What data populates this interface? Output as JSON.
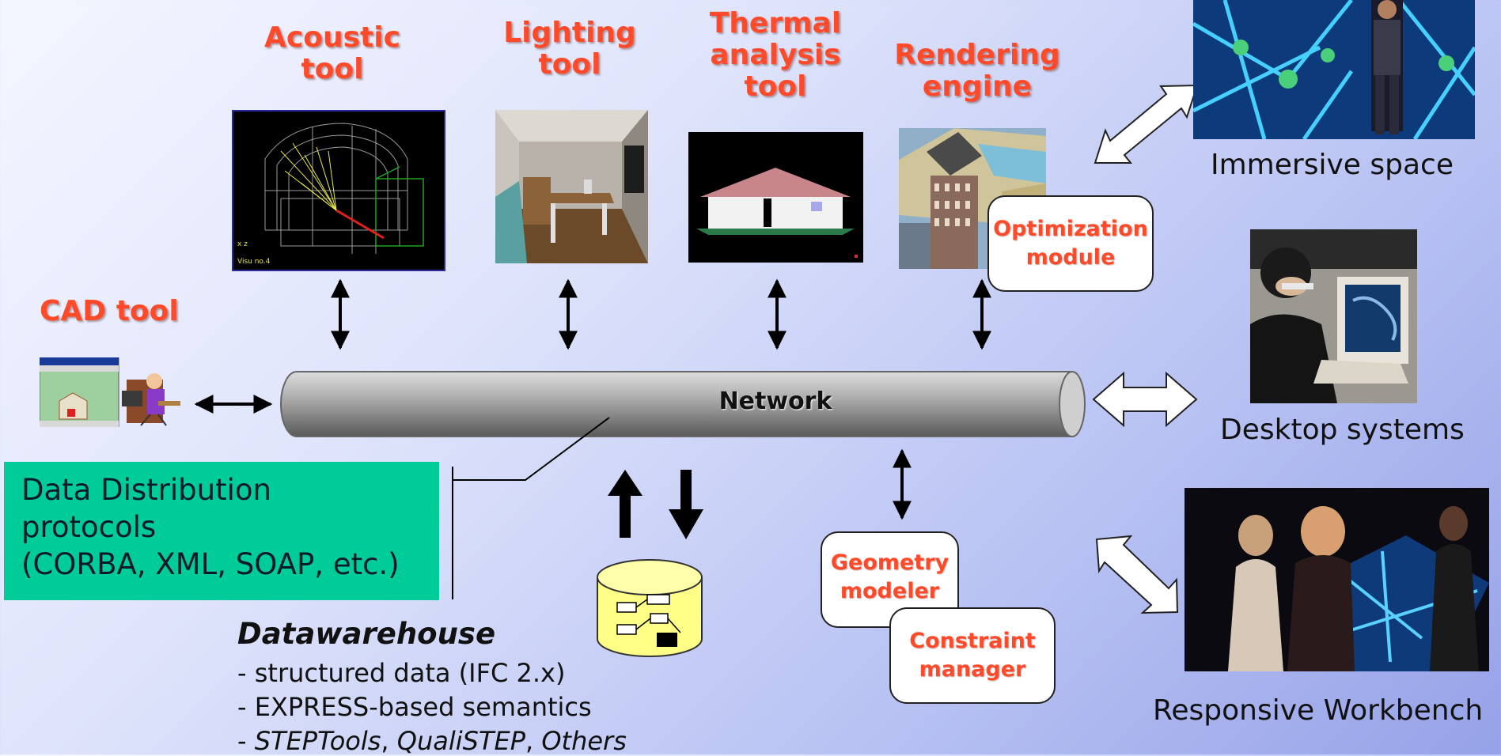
{
  "tools": {
    "acoustic": "Acoustic\ntool",
    "lighting": "Lighting\ntool",
    "thermal": "Thermal\nanalysis\ntool",
    "rendering": "Rendering\nengine",
    "cad": "CAD tool",
    "acoustic_overlay": "Visu no.4"
  },
  "modules": {
    "optimization": "Optimization\nmodule",
    "geometry": "Geometry\nmodeler",
    "constraint": "Constraint\nmanager"
  },
  "network": {
    "label": "Network"
  },
  "displays": {
    "immersive": "Immersive space",
    "desktop": "Desktop systems",
    "workbench": "Responsive Workbench"
  },
  "data_distribution": {
    "lines": [
      "Data Distribution",
      "protocols",
      "(CORBA, XML, SOAP, etc.)"
    ]
  },
  "datawarehouse": {
    "title": "Datawarehouse",
    "items": [
      "- structured data (IFC 2.x)",
      "- EXPRESS-based semantics"
    ],
    "tools_prefix": "- ",
    "tools": [
      "STEPTools",
      "QualiSTEP",
      "Others"
    ],
    "tools_separator": ", "
  },
  "colors": {
    "label_red": "#ff4a2a",
    "protocol_green": "#00cc99",
    "network_gray": "#a8a8a8"
  }
}
